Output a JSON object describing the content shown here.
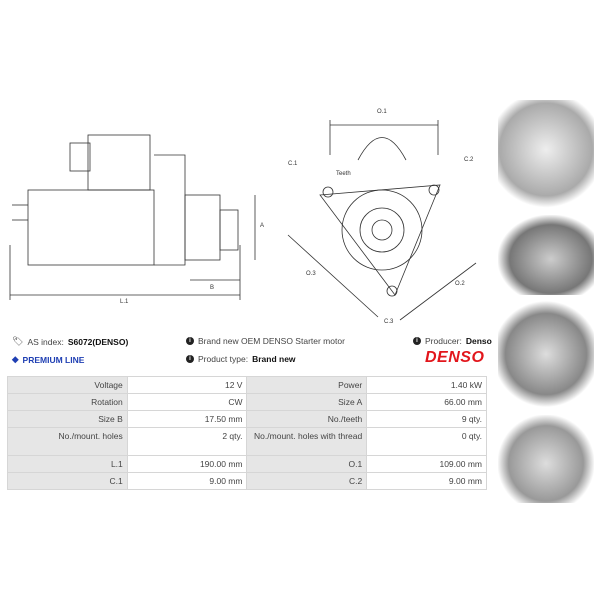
{
  "diagram_labels": {
    "l1": "L.1",
    "a": "A",
    "b": "B",
    "o1": "O.1",
    "o2": "O.2",
    "o3": "O.3",
    "c1": "C.1",
    "c2": "C.2",
    "c3": "C.3",
    "teeth": "Teeth"
  },
  "info": {
    "as_index_label": "AS index:",
    "as_index_value": "S6072(DENSO)",
    "premium": "PREMIUM LINE",
    "description": "Brand new OEM DENSO Starter motor",
    "product_type_label": "Product type:",
    "product_type_value": "Brand new",
    "producer_label": "Producer:",
    "producer_value": "Denso",
    "brand_logo": "DENSO"
  },
  "specs": [
    [
      "Voltage",
      "12 V",
      "Power",
      "1.40 kW"
    ],
    [
      "Rotation",
      "CW",
      "Size A",
      "66.00 mm"
    ],
    [
      "Size B",
      "17.50 mm",
      "No./teeth",
      "9 qty."
    ],
    [
      "No./mount. holes",
      "2 qty.",
      "No./mount. holes with thread",
      "0 qty."
    ],
    [
      "L.1",
      "190.00 mm",
      "O.1",
      "109.00 mm"
    ],
    [
      "C.1",
      "9.00 mm",
      "C.2",
      "9.00 mm"
    ]
  ],
  "colors": {
    "premium": "#1f3fb3",
    "brand": "#e2161c"
  }
}
